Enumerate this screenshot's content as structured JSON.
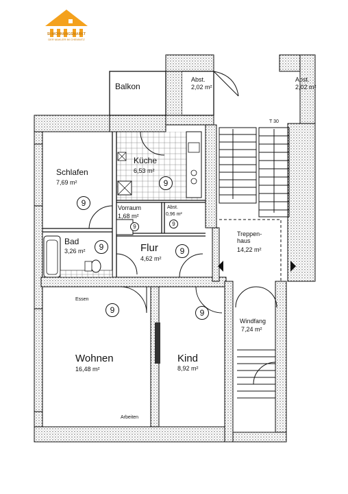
{
  "logo": {
    "brand": "SI-WOHNUNGSMARKT",
    "tagline": "DER MAKLER IM CHEMNITZ",
    "color": "#f4a11d"
  },
  "rooms": {
    "balkon": {
      "name": "Balkon"
    },
    "abst1": {
      "name": "Abst.",
      "area": "2,02 m²"
    },
    "abst2": {
      "name": "Abst.",
      "area": "2,02 m²"
    },
    "schlafen": {
      "name": "Schlafen",
      "area": "7,69 m²",
      "code": "9"
    },
    "kueche": {
      "name": "Küche",
      "area": "6,53 m²",
      "code": "9"
    },
    "vorraum": {
      "name": "Vorraum",
      "area": "1,68 m²",
      "code": "9"
    },
    "abst_small": {
      "name": "Abst.",
      "area": "0,96 m²",
      "code": "9"
    },
    "bad": {
      "name": "Bad",
      "area": "3,26 m²",
      "code": "9"
    },
    "flur": {
      "name": "Flur",
      "area": "4,62 m²",
      "code": "9"
    },
    "treppenhaus": {
      "name": "Treppen-\nhaus",
      "area": "14,22 m²"
    },
    "windfang": {
      "name": "Windfang",
      "area": "7,24 m²"
    },
    "wohnen": {
      "name": "Wohnen",
      "area": "16,48 m²",
      "code": "9"
    },
    "kind": {
      "name": "Kind",
      "area": "8,92 m²",
      "code": "9"
    }
  },
  "annotations": {
    "essen": "Essen",
    "arbeiten": "Arbeiten",
    "level": "T 30"
  }
}
